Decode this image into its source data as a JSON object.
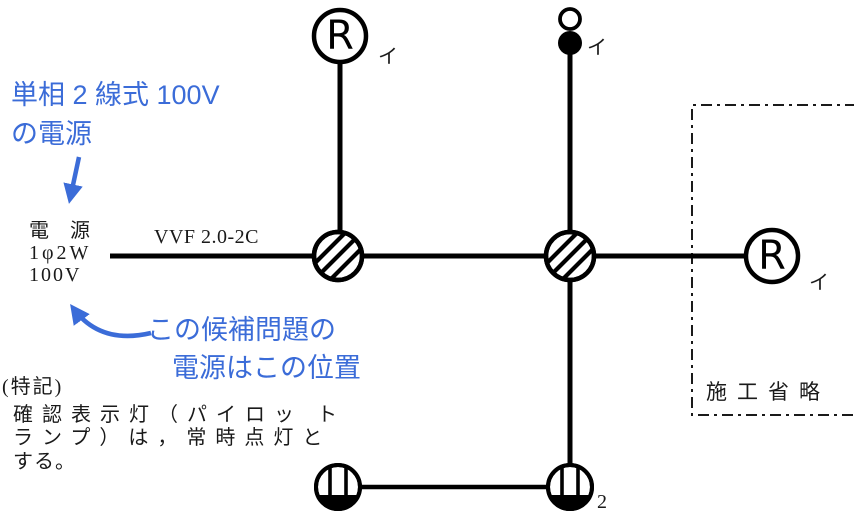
{
  "colors": {
    "accent_blue": "#3B6CD8",
    "ink": "#000000"
  },
  "annotations": {
    "source_type": {
      "line1": "単相 2 線式 100V",
      "line2": "の電源"
    },
    "source_position": {
      "line1": "この候補問題の",
      "line2": "電源はこの位置"
    }
  },
  "power_source": {
    "line1": "電 源",
    "line2": "1φ2W",
    "line3": "100V"
  },
  "cable_label": "VVF 2.0-2C",
  "special_note": {
    "heading": "(特記)",
    "line1": "確認表示灯（パイロッ ト",
    "line2": "ランプ）は，常時点灯と",
    "line3": "する。"
  },
  "omission_label": "施工省略",
  "devices": {
    "lamp_letter": "R",
    "circuit_mark": "イ",
    "outlet_count": "2"
  }
}
